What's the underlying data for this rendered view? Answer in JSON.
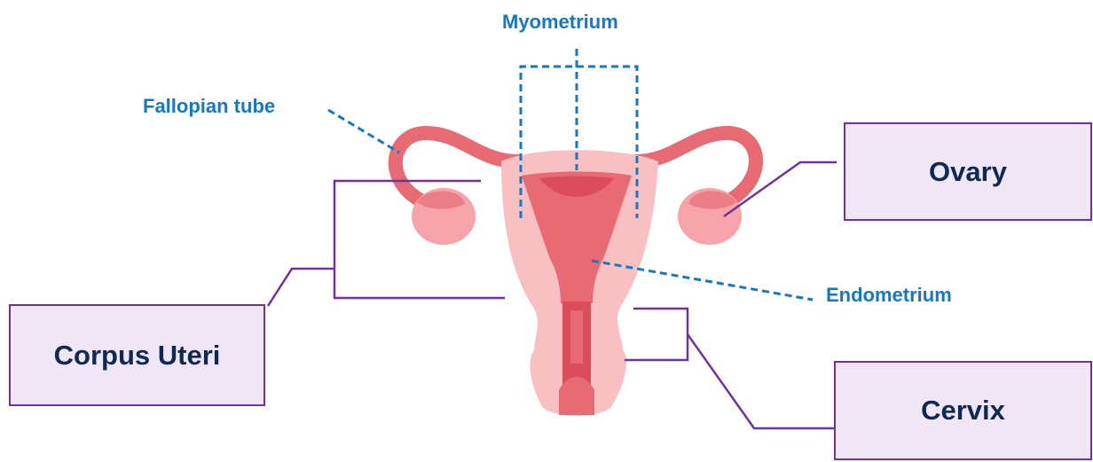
{
  "labels": {
    "myometrium": "Myometrium",
    "fallopian_tube": "Fallopian tube",
    "endometrium": "Endometrium"
  },
  "boxes": {
    "ovary": "Ovary",
    "corpus_uteri": "Corpus Uteri",
    "cervix": "Cervix"
  },
  "colors": {
    "blue_label": "#1479c2",
    "box_border": "#7032a0",
    "box_fill": "#f0e6f6",
    "box_text": "#0f2a52",
    "uterus_light": "#f9c0c2",
    "uterus_mid": "#e86a72",
    "uterus_dark": "#db4d5a",
    "ovary_light": "#f6a3aa",
    "ovary_dark": "#ea7d86"
  }
}
